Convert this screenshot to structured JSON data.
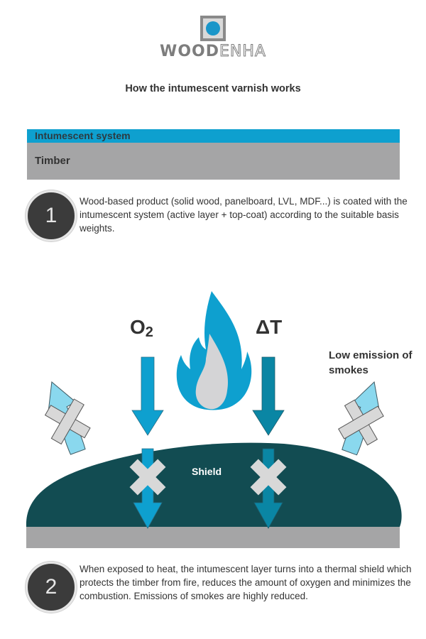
{
  "logo": {
    "text_part1": "WOOD",
    "text_part2": "ENHA",
    "colors": {
      "grey": "#7d7d7d",
      "dot": "#1a96c9"
    }
  },
  "title": "How the intumescent varnish works",
  "layers": {
    "coating": {
      "label": "Intumescent system",
      "color": "#0ea0cf"
    },
    "substrate": {
      "label": "Timber",
      "color": "#a5a5a6"
    }
  },
  "steps": [
    {
      "number": "1",
      "text": "Wood-based product (solid wood, panelboard, LVL, MDF...) is coated with the intumescent system (active layer + top-coat) according to the suitable basis weights."
    },
    {
      "number": "2",
      "text": "When exposed to heat, the intumescent layer turns into a thermal shield which protects the timber from fire, reduces the amount of oxygen and minimizes the combustion. Emissions of smokes are highly reduced."
    }
  ],
  "diagram": {
    "oxygen_label": "O",
    "oxygen_subscript": "2",
    "heat_label": "ΔT",
    "smoke_label": "Low emission of smokes",
    "shield_label": "Shield",
    "icons": [
      "flame-icon",
      "oxygen-arrow-icon",
      "heat-arrow-icon",
      "smoke-arrow-icon",
      "blocked-cross-icon"
    ],
    "colors": {
      "flame": "#0ea0cf",
      "flame_core": "#d4d4d6",
      "oxygen_arrow": "#0ea0cf",
      "heat_arrow": "#0a86a4",
      "smoke_arrow": "#8ad8ee",
      "shield": "#124c52",
      "timber": "#a5a5a6",
      "cross": "#d8d8d8"
    }
  }
}
